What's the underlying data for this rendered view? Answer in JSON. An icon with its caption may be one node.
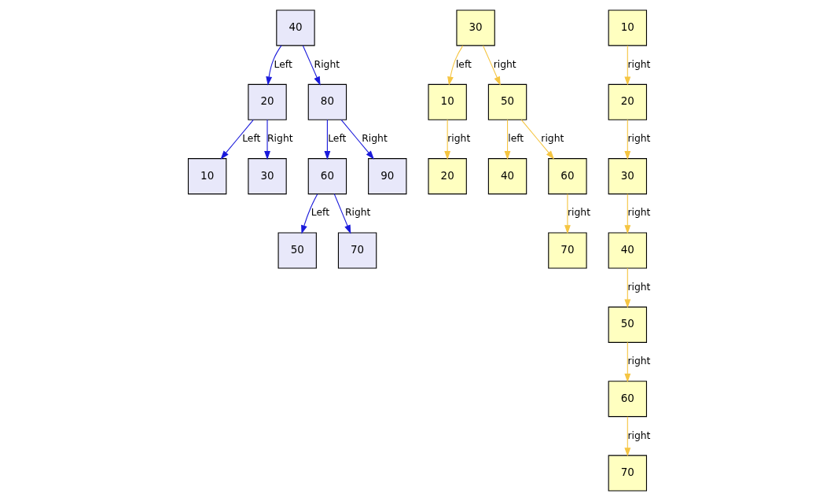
{
  "diagram": {
    "nodes": [
      {
        "text": [
          "40"
        ]
      },
      {
        "text": [
          "20"
        ]
      },
      {
        "text": [
          "80"
        ]
      },
      {
        "text": [
          "10"
        ]
      },
      {
        "text": [
          "30"
        ]
      },
      {
        "text": [
          "60"
        ]
      },
      {
        "text": [
          "90"
        ]
      },
      {
        "text": [
          "50"
        ]
      },
      {
        "text": [
          "70"
        ]
      },
      {
        "text": [
          "30"
        ]
      },
      {
        "text": [
          "10"
        ]
      },
      {
        "text": [
          "50"
        ]
      },
      {
        "text": [
          "20"
        ]
      },
      {
        "text": [
          "40"
        ]
      },
      {
        "text": [
          "60"
        ]
      },
      {
        "text": [
          "70"
        ]
      },
      {
        "text": [
          "10"
        ]
      },
      {
        "text": [
          "20"
        ]
      },
      {
        "text": [
          "30"
        ]
      },
      {
        "text": [
          "40"
        ]
      },
      {
        "text": [
          "50"
        ]
      },
      {
        "text": [
          "60"
        ]
      },
      {
        "text": [
          "70"
        ]
      }
    ],
    "edges": [
      {
        "from": 0,
        "to": 1,
        "arrow": "to",
        "label": "Left",
        "color": "#1a1adb"
      },
      {
        "from": 0,
        "to": 2,
        "arrow": "to",
        "label": "Right",
        "color": "#1a1adb"
      },
      {
        "from": 1,
        "to": 3,
        "arrow": "to",
        "label": "Left",
        "color": "#1a1adb"
      },
      {
        "from": 1,
        "to": 4,
        "arrow": "to",
        "label": "Right",
        "color": "#1a1adb"
      },
      {
        "from": 2,
        "to": 5,
        "arrow": "to",
        "label": "Left",
        "color": "#1a1adb"
      },
      {
        "from": 2,
        "to": 6,
        "arrow": "to",
        "label": "Right",
        "color": "#1a1adb"
      },
      {
        "from": 5,
        "to": 7,
        "arrow": "to",
        "label": "Left",
        "color": "#1a1adb"
      },
      {
        "from": 5,
        "to": 8,
        "arrow": "to",
        "label": "Right",
        "color": "#1a1adb"
      },
      {
        "from": 9,
        "to": 10,
        "arrow": "to",
        "label": "left"
      },
      {
        "from": 9,
        "to": 11,
        "arrow": "to",
        "label": "right"
      },
      {
        "from": 10,
        "to": 12,
        "arrow": "to",
        "label": "right"
      },
      {
        "from": 11,
        "to": 13,
        "arrow": "to",
        "label": "left"
      },
      {
        "from": 11,
        "to": 14,
        "arrow": "to",
        "label": "right"
      },
      {
        "from": 14,
        "to": 15,
        "arrow": "to",
        "label": "right"
      },
      {
        "from": 16,
        "to": 17,
        "arrow": "to",
        "label": "right"
      },
      {
        "from": 17,
        "to": 18,
        "arrow": "to",
        "label": "right"
      },
      {
        "from": 18,
        "to": 19,
        "arrow": "to",
        "label": "right"
      },
      {
        "from": 19,
        "to": 20,
        "arrow": "to",
        "label": "right"
      },
      {
        "from": 20,
        "to": 21,
        "arrow": "to",
        "label": "right"
      },
      {
        "from": 21,
        "to": 22,
        "arrow": "to",
        "label": "right"
      }
    ]
  }
}
